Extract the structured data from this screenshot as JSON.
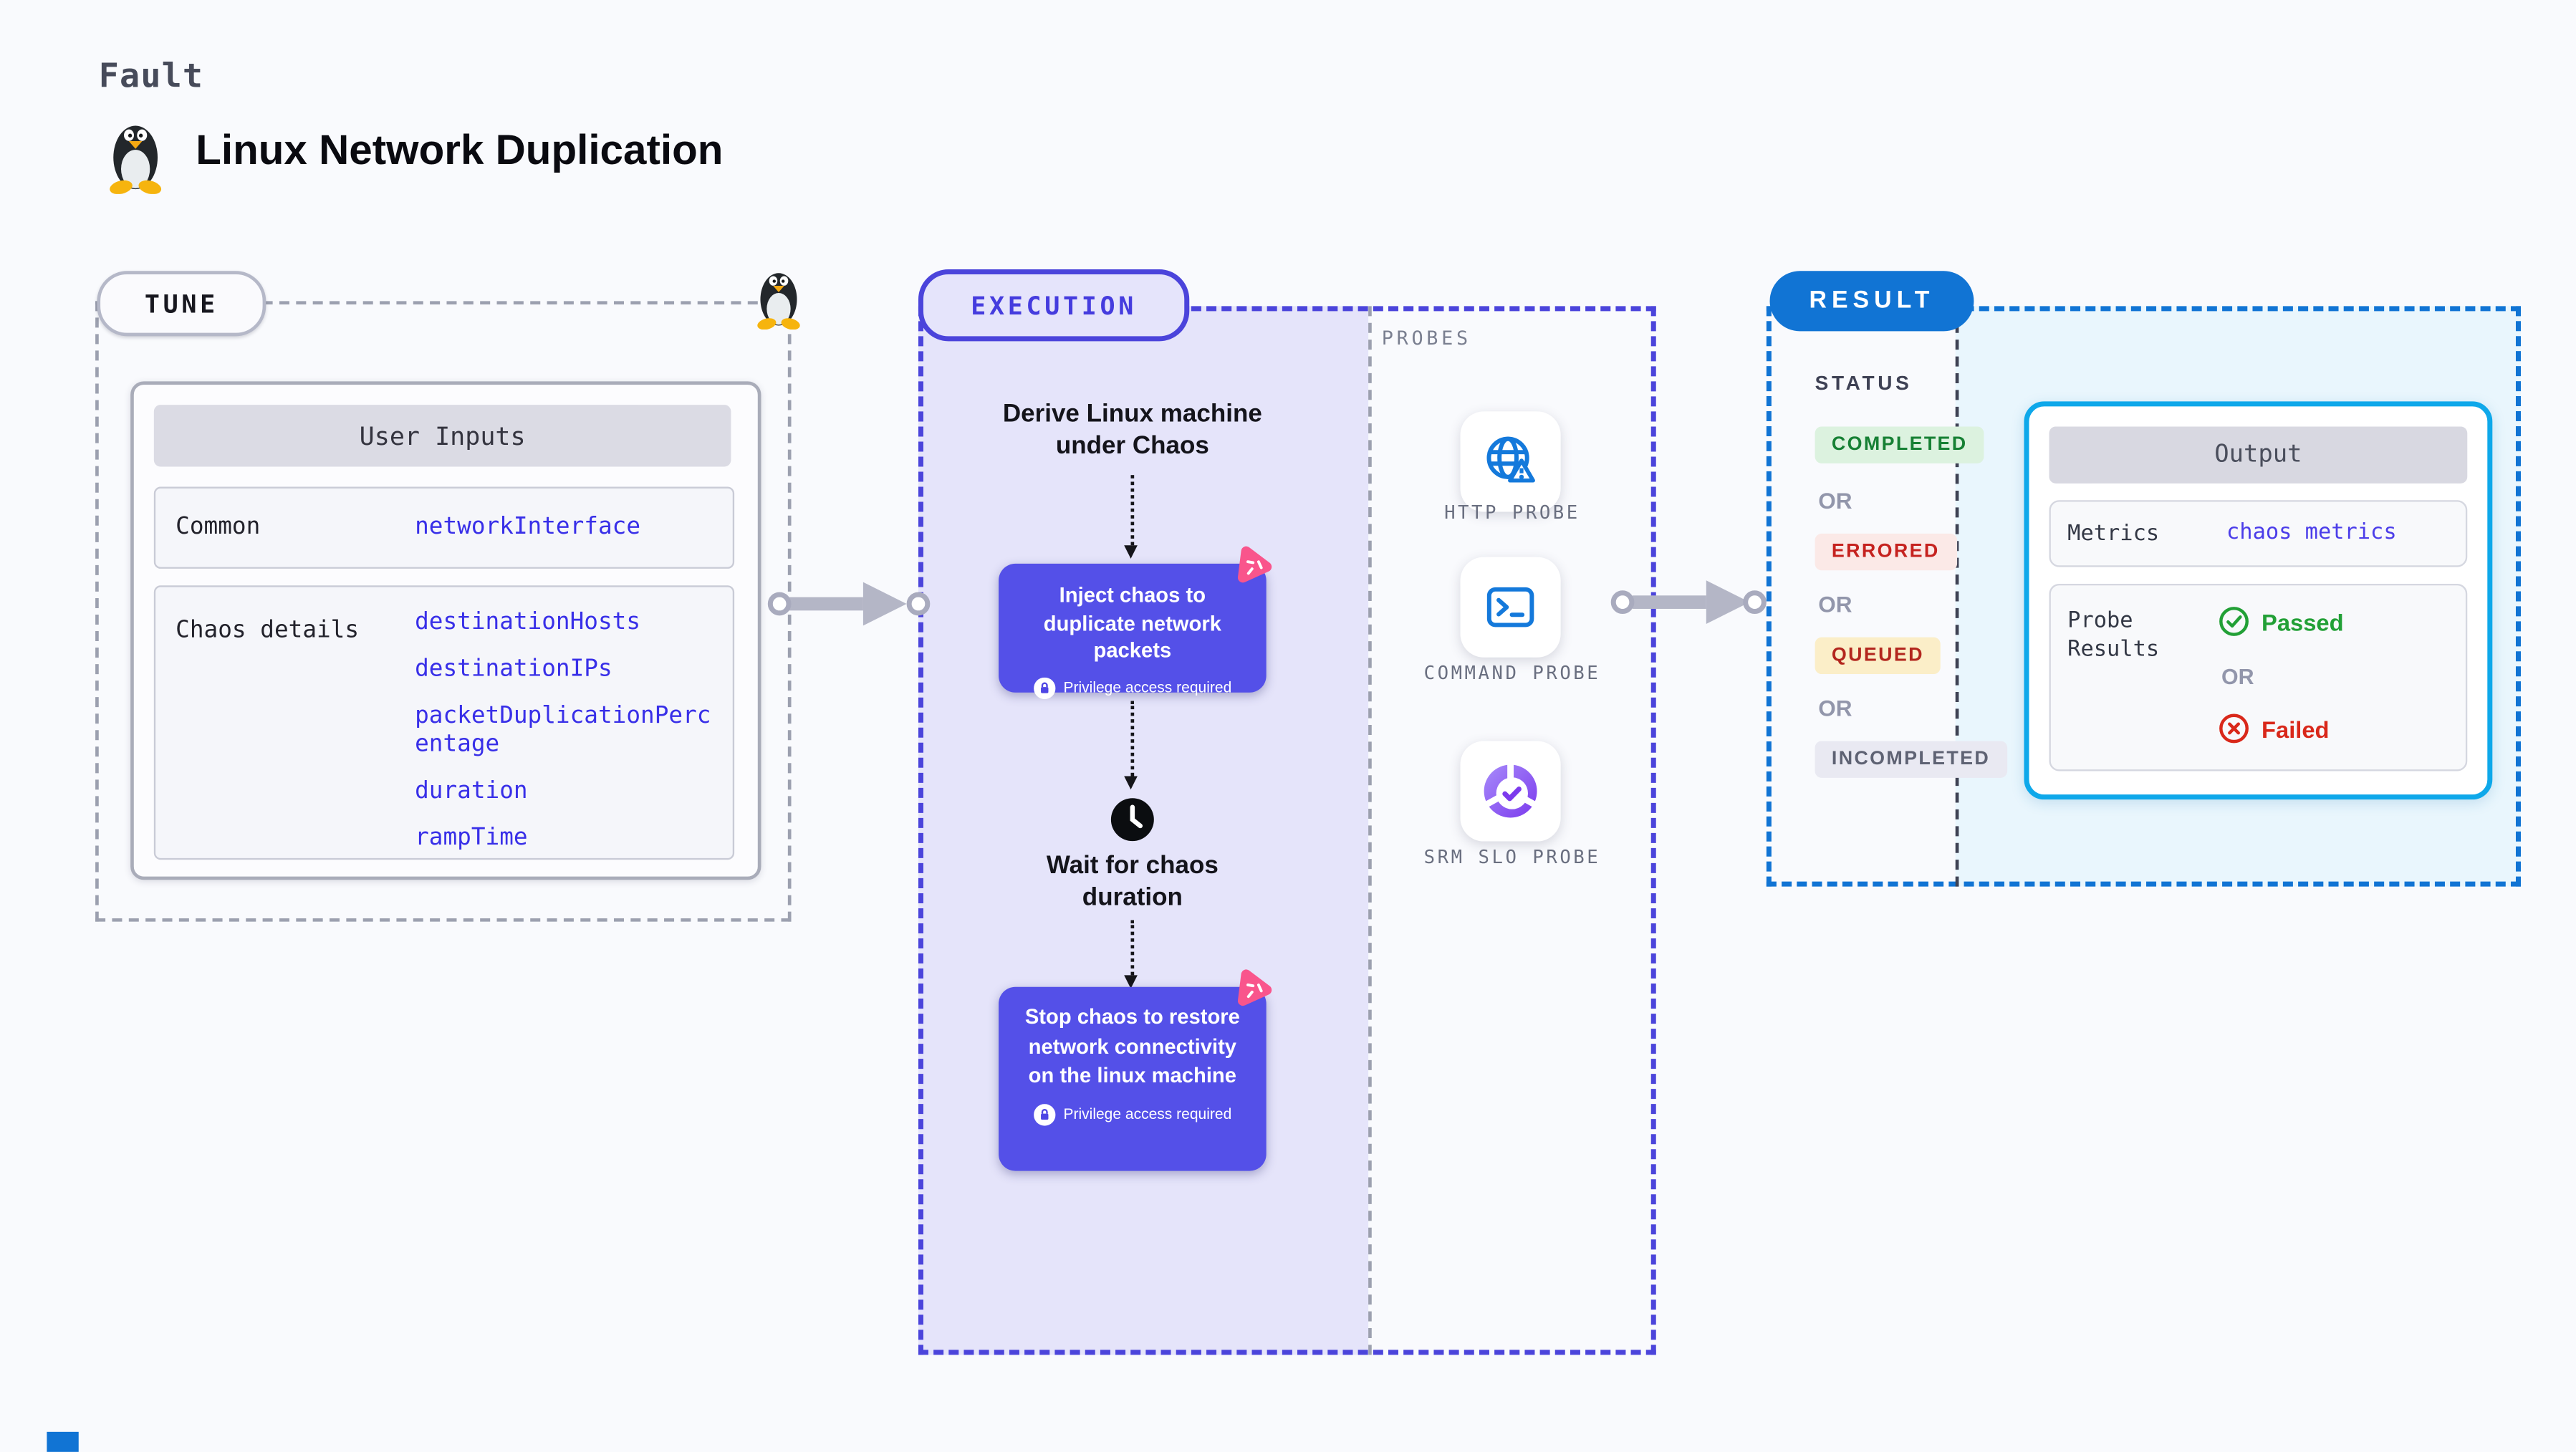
{
  "header": {
    "eyebrow": "Fault",
    "title": "Linux Network Duplication"
  },
  "tune": {
    "badge": "TUNE",
    "table_title": "User Inputs",
    "rows": [
      {
        "label": "Common",
        "values": [
          "networkInterface"
        ]
      },
      {
        "label": "Chaos details",
        "values": [
          "destinationHosts",
          "destinationIPs",
          "packetDuplicationPercentage",
          "duration",
          "rampTime"
        ]
      }
    ]
  },
  "execution": {
    "badge": "EXECUTION",
    "derive_step": "Derive Linux machine under Chaos",
    "inject_step": "Inject chaos to duplicate network packets",
    "wait_step": "Wait for chaos duration",
    "stop_step": "Stop chaos to restore network connectivity on the linux machine",
    "privilege_note": "Privilege access required"
  },
  "probes": {
    "title": "PROBES",
    "items": [
      {
        "label": "HTTP PROBE",
        "icon": "globe-alert-icon"
      },
      {
        "label": "COMMAND PROBE",
        "icon": "terminal-icon"
      },
      {
        "label": "SRM SLO PROBE",
        "icon": "slo-donut-icon"
      }
    ]
  },
  "result": {
    "badge": "RESULT",
    "status_title": "STATUS",
    "or_label": "OR",
    "statuses": [
      {
        "label": "COMPLETED",
        "bg": "#DCF2DF",
        "color": "#168034"
      },
      {
        "label": "ERRORED",
        "bg": "#FBE9E7",
        "color": "#C5221F"
      },
      {
        "label": "QUEUED",
        "bg": "#FBEEC8",
        "color": "#B3261E"
      },
      {
        "label": "INCOMPLETED",
        "bg": "#E9E9F2",
        "color": "#5E6273"
      }
    ],
    "output": {
      "title": "Output",
      "metrics_label": "Metrics",
      "metrics_value": "chaos metrics",
      "probe_label_line1": "Probe",
      "probe_label_line2": "Results",
      "passed": "Passed",
      "failed": "Failed"
    }
  },
  "colors": {
    "page_bg": "#F9FAFD",
    "execution_fill": "#E5E4FA",
    "execution_border": "#4B44DB",
    "chaos_node": "#5450E8",
    "chaos_icon_pink": "#F9558C",
    "result_blue": "#1174D4",
    "output_border": "#0EA8EA",
    "result_fill": "#E9F6FD",
    "link_blue": "#382FE8",
    "arrow_gray": "#B4B6C6"
  }
}
